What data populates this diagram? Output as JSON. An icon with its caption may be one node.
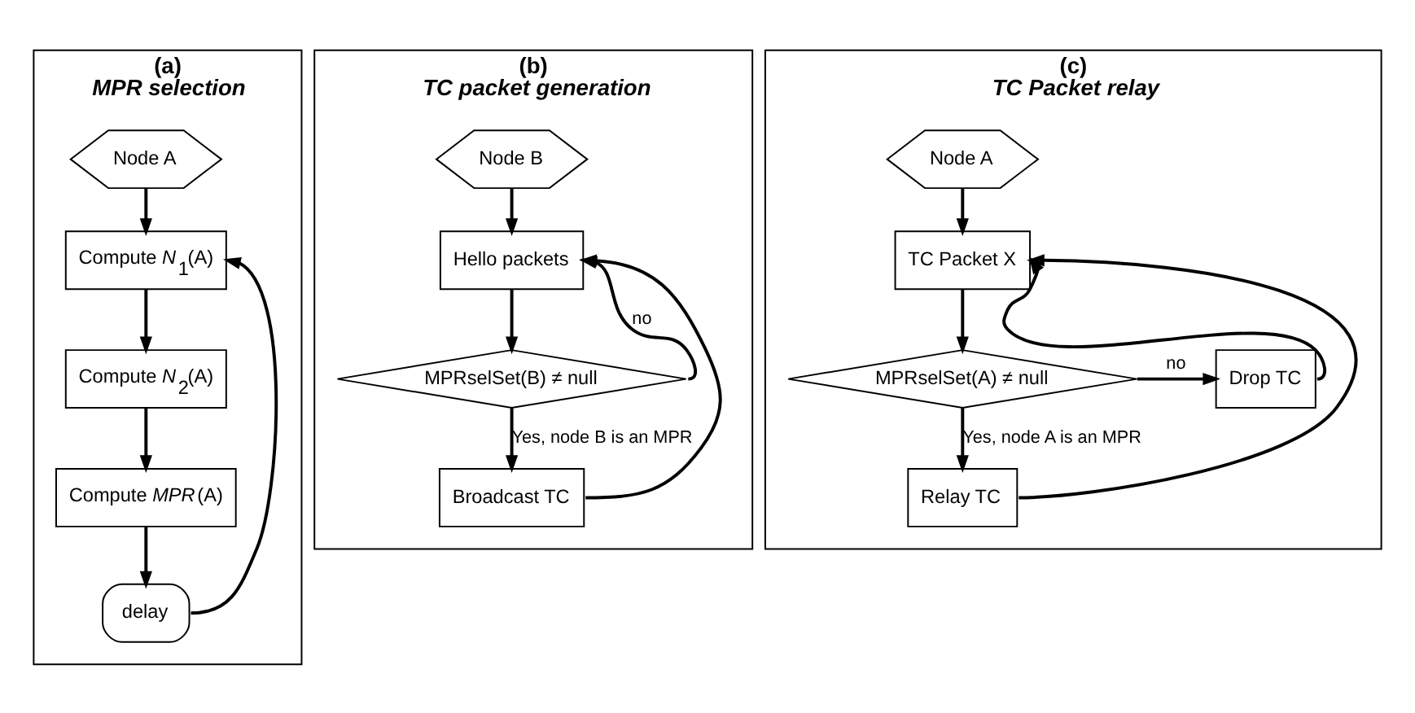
{
  "diagram": {
    "nodes": [
      {
        "text": [
          "(a)",
          "MPR selection"
        ]
      },
      {
        "text": [
          "Node A"
        ],
        "in": 0
      },
      {
        "text": [
          "Compute *N*$_{1}$(A)"
        ],
        "in": 0
      },
      {
        "text": [
          "Compute *N*$_{2}$(A)"
        ],
        "in": 0
      },
      {
        "text": [
          "Compute *MPR*(A)"
        ],
        "in": 0
      },
      {
        "text": [
          "delay"
        ],
        "in": 0
      },
      {
        "text": [
          "(b)",
          "TC packet generation"
        ]
      },
      {
        "text": [
          "Node B"
        ],
        "in": 6
      },
      {
        "text": [
          "Hello packets"
        ],
        "in": 6
      },
      {
        "text": [
          "MPRselSet(B) ≠ null"
        ],
        "in": 6
      },
      {
        "text": [
          "Broadcast TC"
        ],
        "in": 6
      },
      {
        "text": [
          "(c)",
          "TC Packet relay"
        ]
      },
      {
        "text": [
          "Node A"
        ],
        "in": 11
      },
      {
        "text": [
          "TC Packet X"
        ],
        "in": 11
      },
      {
        "text": [
          "MPRselSet(A) ≠ null"
        ],
        "in": 11
      },
      {
        "text": [
          "Drop TC"
        ],
        "in": 11
      },
      {
        "text": [
          "Relay TC"
        ],
        "in": 11
      }
    ],
    "edges": [
      {
        "from": 1,
        "to": 2,
        "arrow": "to"
      },
      {
        "from": 2,
        "to": 3,
        "arrow": "to"
      },
      {
        "from": 3,
        "to": 4,
        "arrow": "to"
      },
      {
        "from": 4,
        "to": 5,
        "arrow": "to"
      },
      {
        "from": 5,
        "to": 2,
        "arrow": "to"
      },
      {
        "from": 7,
        "to": 8,
        "arrow": "to"
      },
      {
        "from": 8,
        "to": 9,
        "arrow": "to"
      },
      {
        "from": 9,
        "to": 10,
        "label": "Yes, node B is an MPR",
        "arrow": "to"
      },
      {
        "from": 9,
        "to": 8,
        "label": "no",
        "arrow": "to"
      },
      {
        "from": 10,
        "to": 8,
        "arrow": "to"
      },
      {
        "from": 12,
        "to": 13,
        "arrow": "to"
      },
      {
        "from": 13,
        "to": 14,
        "arrow": "to"
      },
      {
        "from": 14,
        "to": 16,
        "label": "Yes, node A is an MPR",
        "arrow": "to"
      },
      {
        "from": 14,
        "to": 15,
        "label": "no",
        "arrow": "to"
      },
      {
        "from": 15,
        "to": 13,
        "arrow": "to"
      },
      {
        "from": 16,
        "to": 13,
        "arrow": "to"
      }
    ]
  }
}
